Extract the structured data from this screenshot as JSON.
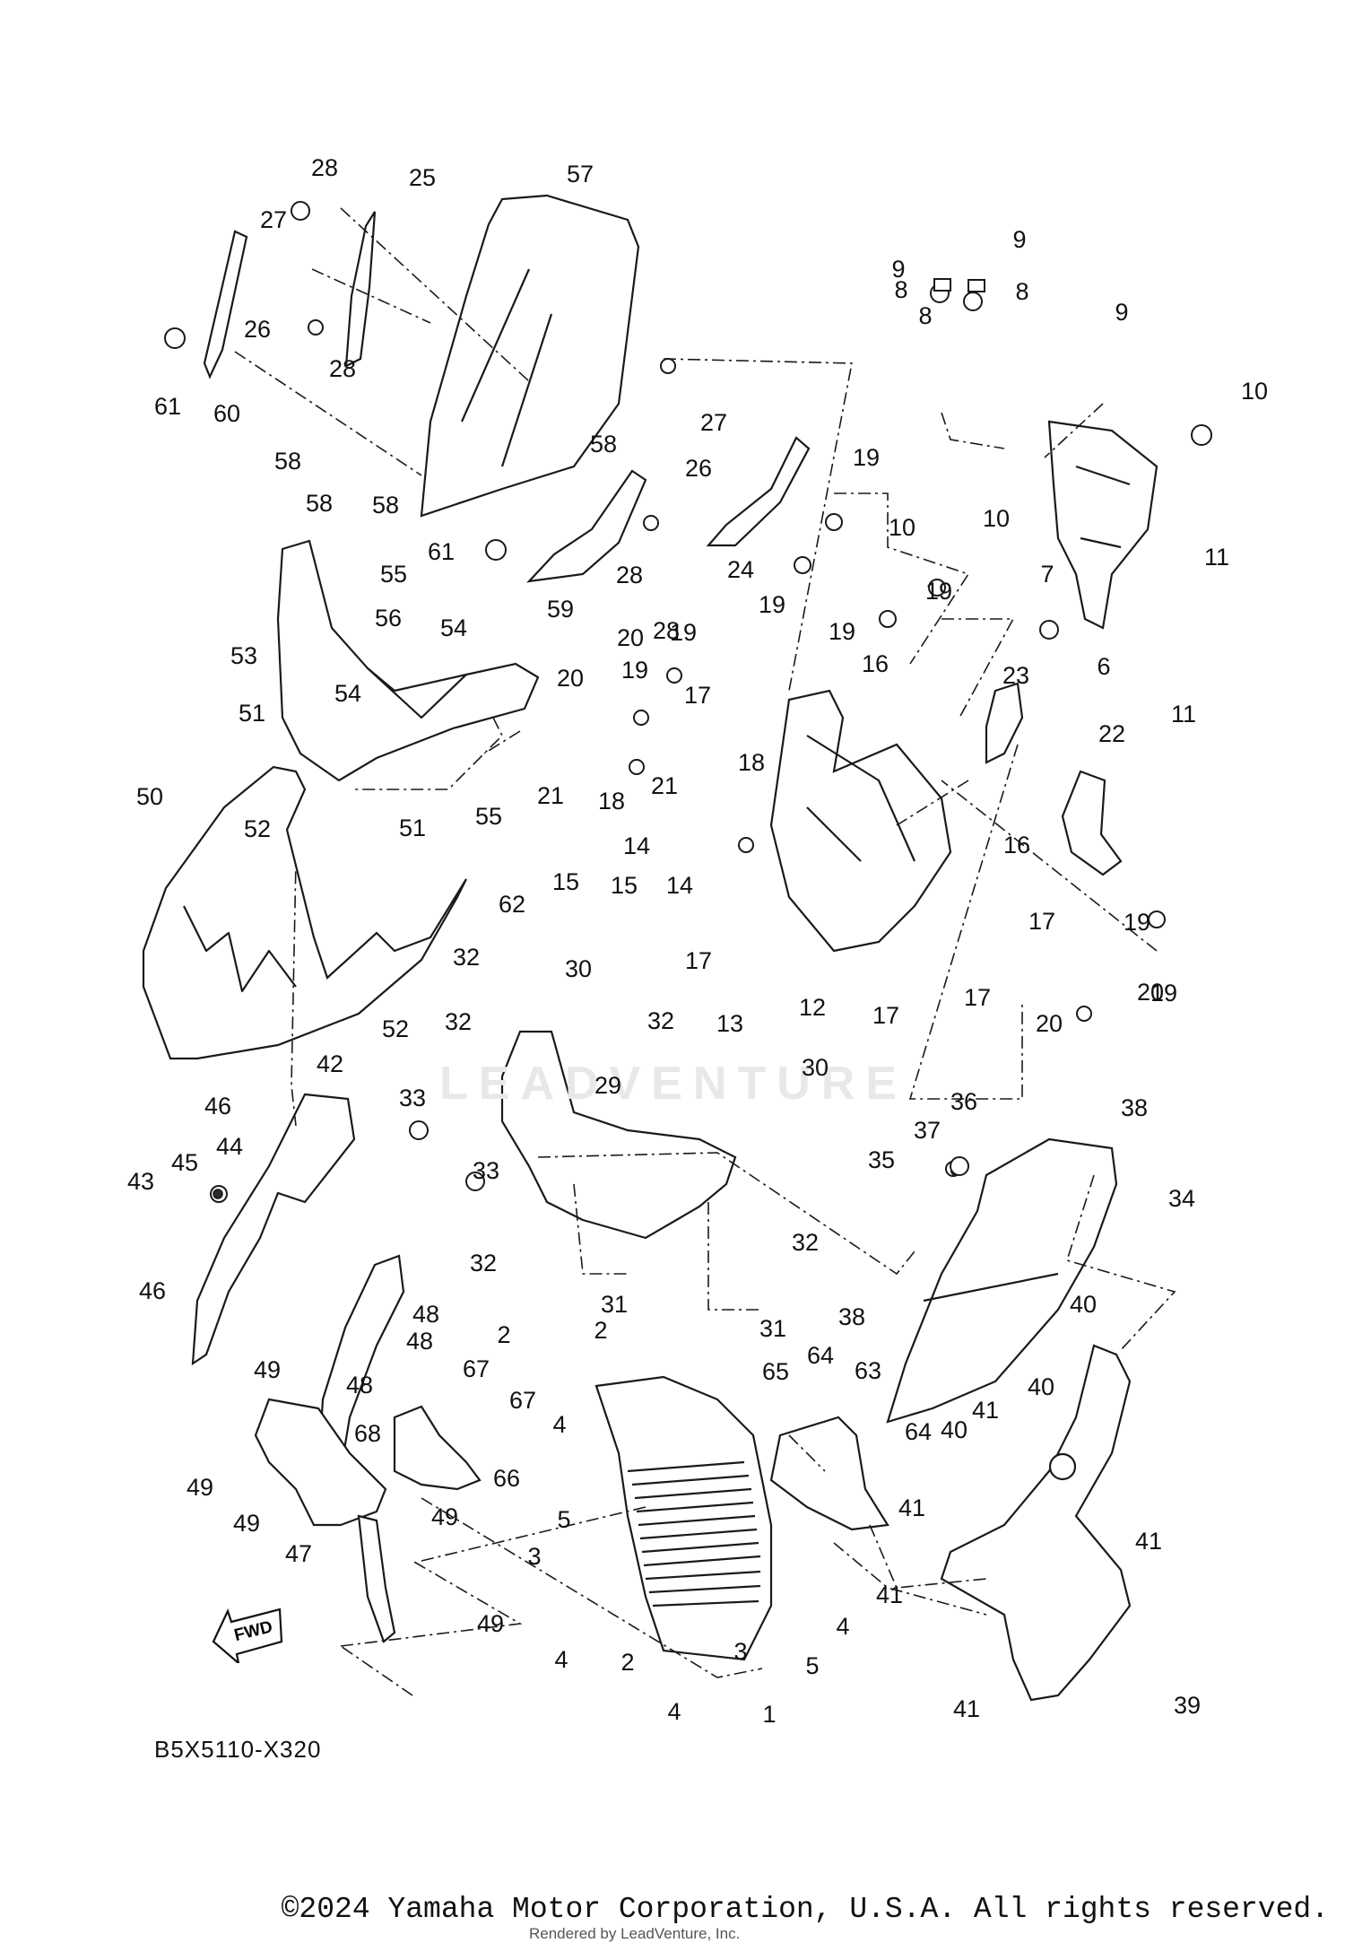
{
  "diagram_code": "B5X5110-X320",
  "copyright": "©2024 Yamaha Motor Corporation, U.S.A. All rights reserved.",
  "rendered_by": "Rendered by LeadVenture, Inc.",
  "watermark": "LEADVENTURE",
  "fwd_label": "FWD",
  "callouts": [
    "1",
    "2",
    "2",
    "2",
    "3",
    "3",
    "4",
    "4",
    "4",
    "4",
    "5",
    "5",
    "6",
    "7",
    "8",
    "8",
    "8",
    "9",
    "9",
    "9",
    "10",
    "10",
    "10",
    "11",
    "11",
    "12",
    "13",
    "14",
    "14",
    "15",
    "15",
    "16",
    "16",
    "17",
    "17",
    "17",
    "17",
    "17",
    "18",
    "18",
    "19",
    "19",
    "19",
    "19",
    "19",
    "19",
    "19",
    "19",
    "20",
    "20",
    "20",
    "20",
    "21",
    "21",
    "22",
    "23",
    "24",
    "25",
    "26",
    "26",
    "27",
    "27",
    "28",
    "28",
    "28",
    "28",
    "29",
    "30",
    "30",
    "31",
    "31",
    "32",
    "32",
    "32",
    "32",
    "32",
    "33",
    "33",
    "34",
    "35",
    "36",
    "37",
    "38",
    "38",
    "39",
    "40",
    "40",
    "40",
    "41",
    "41",
    "41",
    "41",
    "41",
    "42",
    "43",
    "44",
    "45",
    "46",
    "46",
    "47",
    "48",
    "48",
    "48",
    "49",
    "49",
    "49",
    "49",
    "49",
    "50",
    "51",
    "51",
    "52",
    "52",
    "53",
    "54",
    "54",
    "55",
    "55",
    "56",
    "57",
    "58",
    "58",
    "58",
    "58",
    "59",
    "60",
    "61",
    "61",
    "62",
    "63",
    "64",
    "64",
    "65",
    "66",
    "67",
    "67",
    "68"
  ]
}
